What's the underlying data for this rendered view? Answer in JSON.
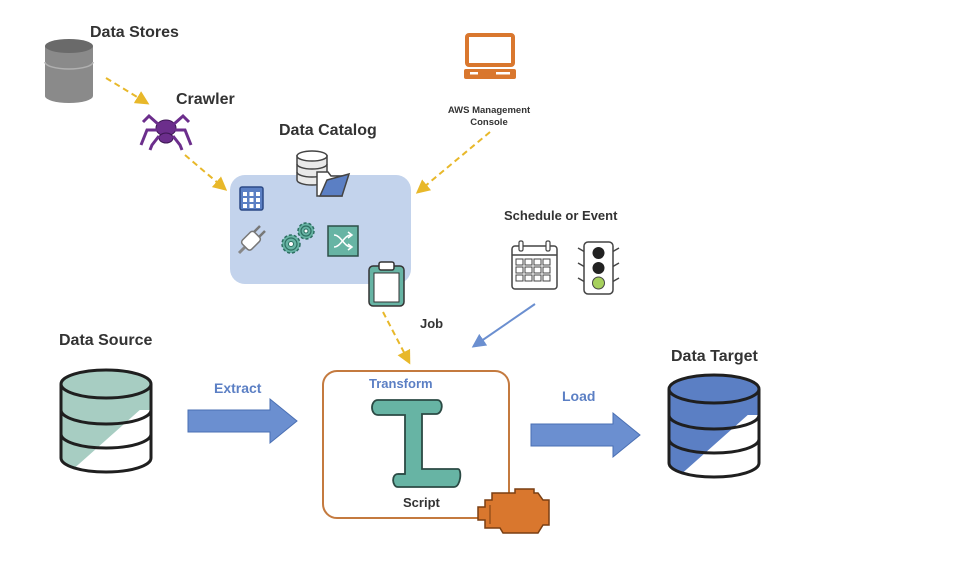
{
  "labels": {
    "data_stores": "Data Stores",
    "crawler": "Crawler",
    "data_catalog": "Data Catalog",
    "aws_console_line1": "AWS Management",
    "aws_console_line2": "Console",
    "schedule_or_event": "Schedule or Event",
    "job": "Job",
    "data_source": "Data Source",
    "extract": "Extract",
    "transform": "Transform",
    "script": "Script",
    "load": "Load",
    "data_target": "Data Target"
  },
  "colors": {
    "catalog_bg": "#c3d3ec",
    "teal": "#67b4a4",
    "blue_arrow": "#6b8fd0",
    "orange": "#d9772e",
    "purple": "#6c2e8c",
    "dashed_yellow": "#e8b82a",
    "gray_store": "#8a8a8a",
    "target_blue": "#5b7fc4"
  }
}
